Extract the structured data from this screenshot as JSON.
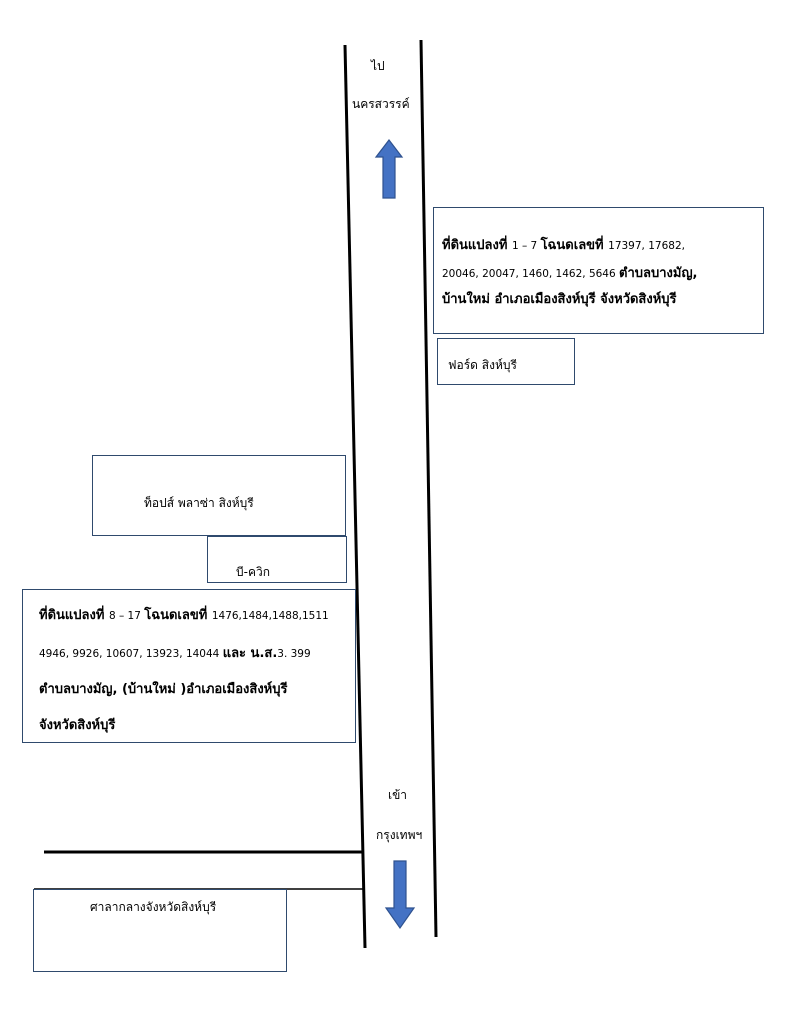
{
  "direction_north": {
    "line1": "ไป",
    "line2": "นครสวรรค์"
  },
  "direction_south": {
    "line1": "เข้า",
    "line2": "กรุงเทพฯ"
  },
  "plot_a": {
    "line1_bold": "ที่ดินแปลงที่ ",
    "line1_num": "1 – 7 ",
    "line1_bold2": "โฉนดเลขที่ ",
    "line1_nums": "17397, 17682,",
    "line2_nums": "20046, 20047,  1460, 1462, 5646 ",
    "line2_bold": "ตำบลบางมัญ,",
    "line3_bold": "บ้านใหม่  อำเภอเมืองสิงห์บุรี จังหวัดสิงห์บุรี"
  },
  "ford_label": "ฟอร์ด สิงห์บุรี",
  "tops_label": "ท็อปส์ พลาซ่า สิงห์บุรี",
  "bquik_label": "บี-ควิก",
  "plot_b": {
    "line1_bold": "ที่ดินแปลงที่ ",
    "line1_num": "8 – 17 ",
    "line1_bold2": "โฉนดเลขที่ ",
    "line1_nums": "1476,1484,1488,1511",
    "line2_nums": "4946, 9926, 10607, 13923, 14044 ",
    "line2_bold": " และ น.ส.",
    "line2_tail": "3. 399",
    "line3_bold": "ตำบลบางมัญ, (บ้านใหม่ )อำเภอเมืองสิงห์บุรี",
    "line4_bold": "จังหวัดสิงห์บุรี"
  },
  "city_hall_label": "ศาลากลางจังหวัดสิงห์บุรี",
  "colors": {
    "arrow": "#4472c4",
    "arrow_border": "#2f528f",
    "box_border": "#2f4a6d"
  }
}
